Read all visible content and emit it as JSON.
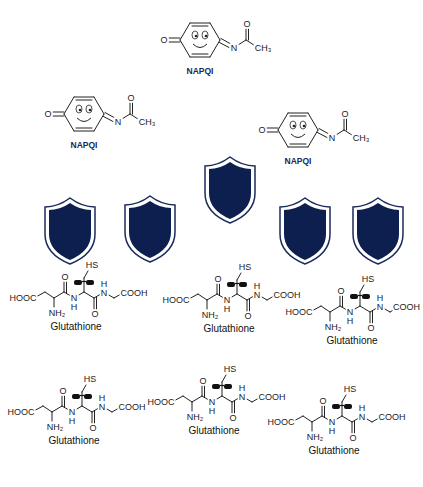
{
  "diagram": {
    "labels": [
      "O",
      "N",
      "O",
      "CH₃",
      "NAPQI",
      "O",
      "N",
      "O",
      "CH₃",
      "NAPQI",
      "O",
      "N",
      "O",
      "CH₃",
      "NAPQI",
      "HS",
      "O",
      "N",
      "H",
      "O",
      "N",
      "H",
      "COOH",
      "HOOC",
      "NH₂",
      "Glutathione",
      "HS",
      "O",
      "N",
      "H",
      "O",
      "N",
      "H",
      "COOH",
      "HOOC",
      "NH₂",
      "Glutathione",
      "HS",
      "O",
      "N",
      "H",
      "O",
      "N",
      "H",
      "COOH",
      "HOOC",
      "NH₂",
      "Glutathione",
      "HS",
      "O",
      "N",
      "H",
      "O",
      "N",
      "H",
      "COOH",
      "HOOC",
      "NH₂",
      "Glutathione",
      "HS",
      "O",
      "N",
      "H",
      "O",
      "N",
      "H",
      "COOH",
      "HOOC",
      "NH₂",
      "Glutathione",
      "HS",
      "O",
      "N",
      "H",
      "O",
      "N",
      "H",
      "COOH",
      "HOOC",
      "NH₂",
      "Glutathione"
    ]
  }
}
